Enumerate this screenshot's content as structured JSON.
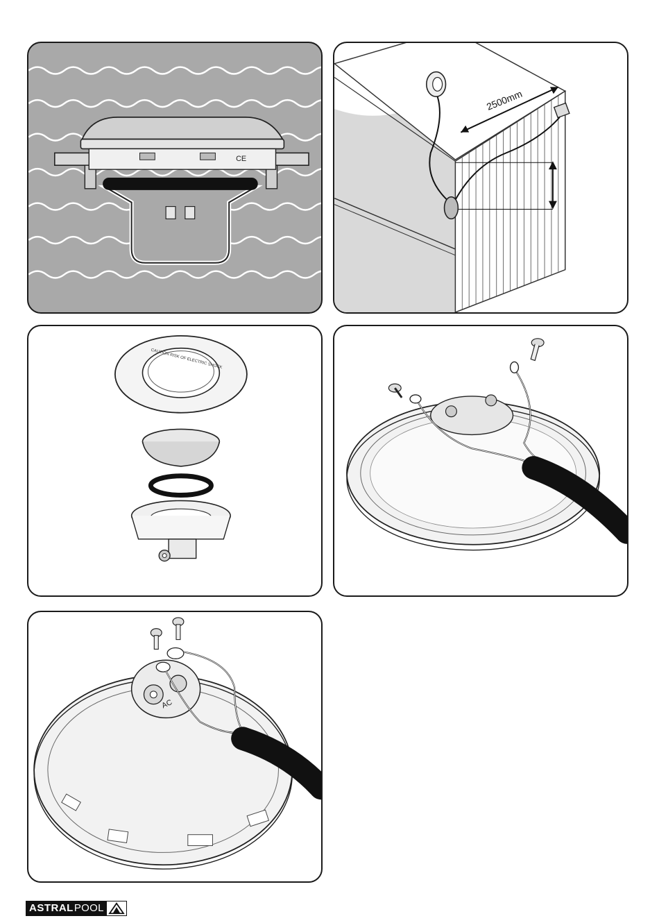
{
  "figure": {
    "dimension_label": "2500mm",
    "ce_mark": "CE",
    "ring_text": "CAUTION RISK OF ELECTRIC SHOCK",
    "terminal_label": "AC"
  },
  "brand": {
    "bold": "ASTRAL",
    "light": "POOL"
  }
}
